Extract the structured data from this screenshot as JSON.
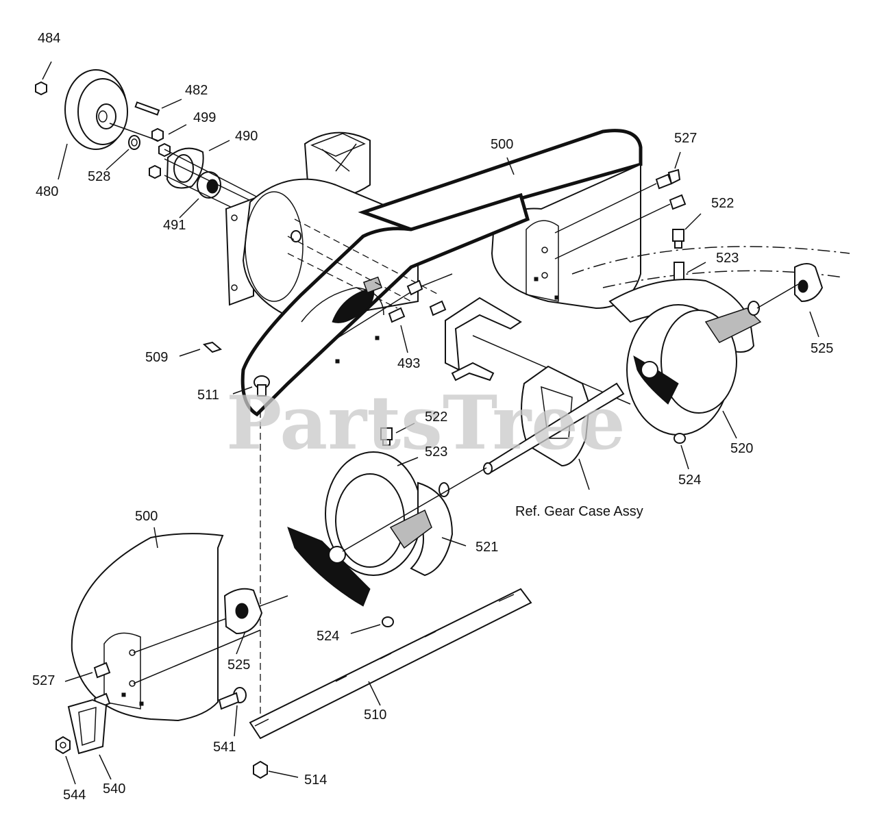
{
  "watermark": "PartsTree",
  "reference_label": "Ref. Gear Case Assy",
  "callouts": {
    "c484": "484",
    "c482": "482",
    "c499": "499",
    "c490": "490",
    "c480": "480",
    "c528": "528",
    "c491": "491",
    "c500_top": "500",
    "c527_top": "527",
    "c522_top": "522",
    "c523_top": "523",
    "c525_right": "525",
    "c509": "509",
    "c493": "493",
    "c511": "511",
    "c522_mid": "522",
    "c523_mid": "523",
    "c520": "520",
    "c524_right": "524",
    "c500_bottom": "500",
    "c521": "521",
    "c524_mid": "524",
    "c525_left": "525",
    "c527_bottom": "527",
    "c510": "510",
    "c541": "541",
    "c514": "514",
    "c544": "544",
    "c540": "540"
  }
}
